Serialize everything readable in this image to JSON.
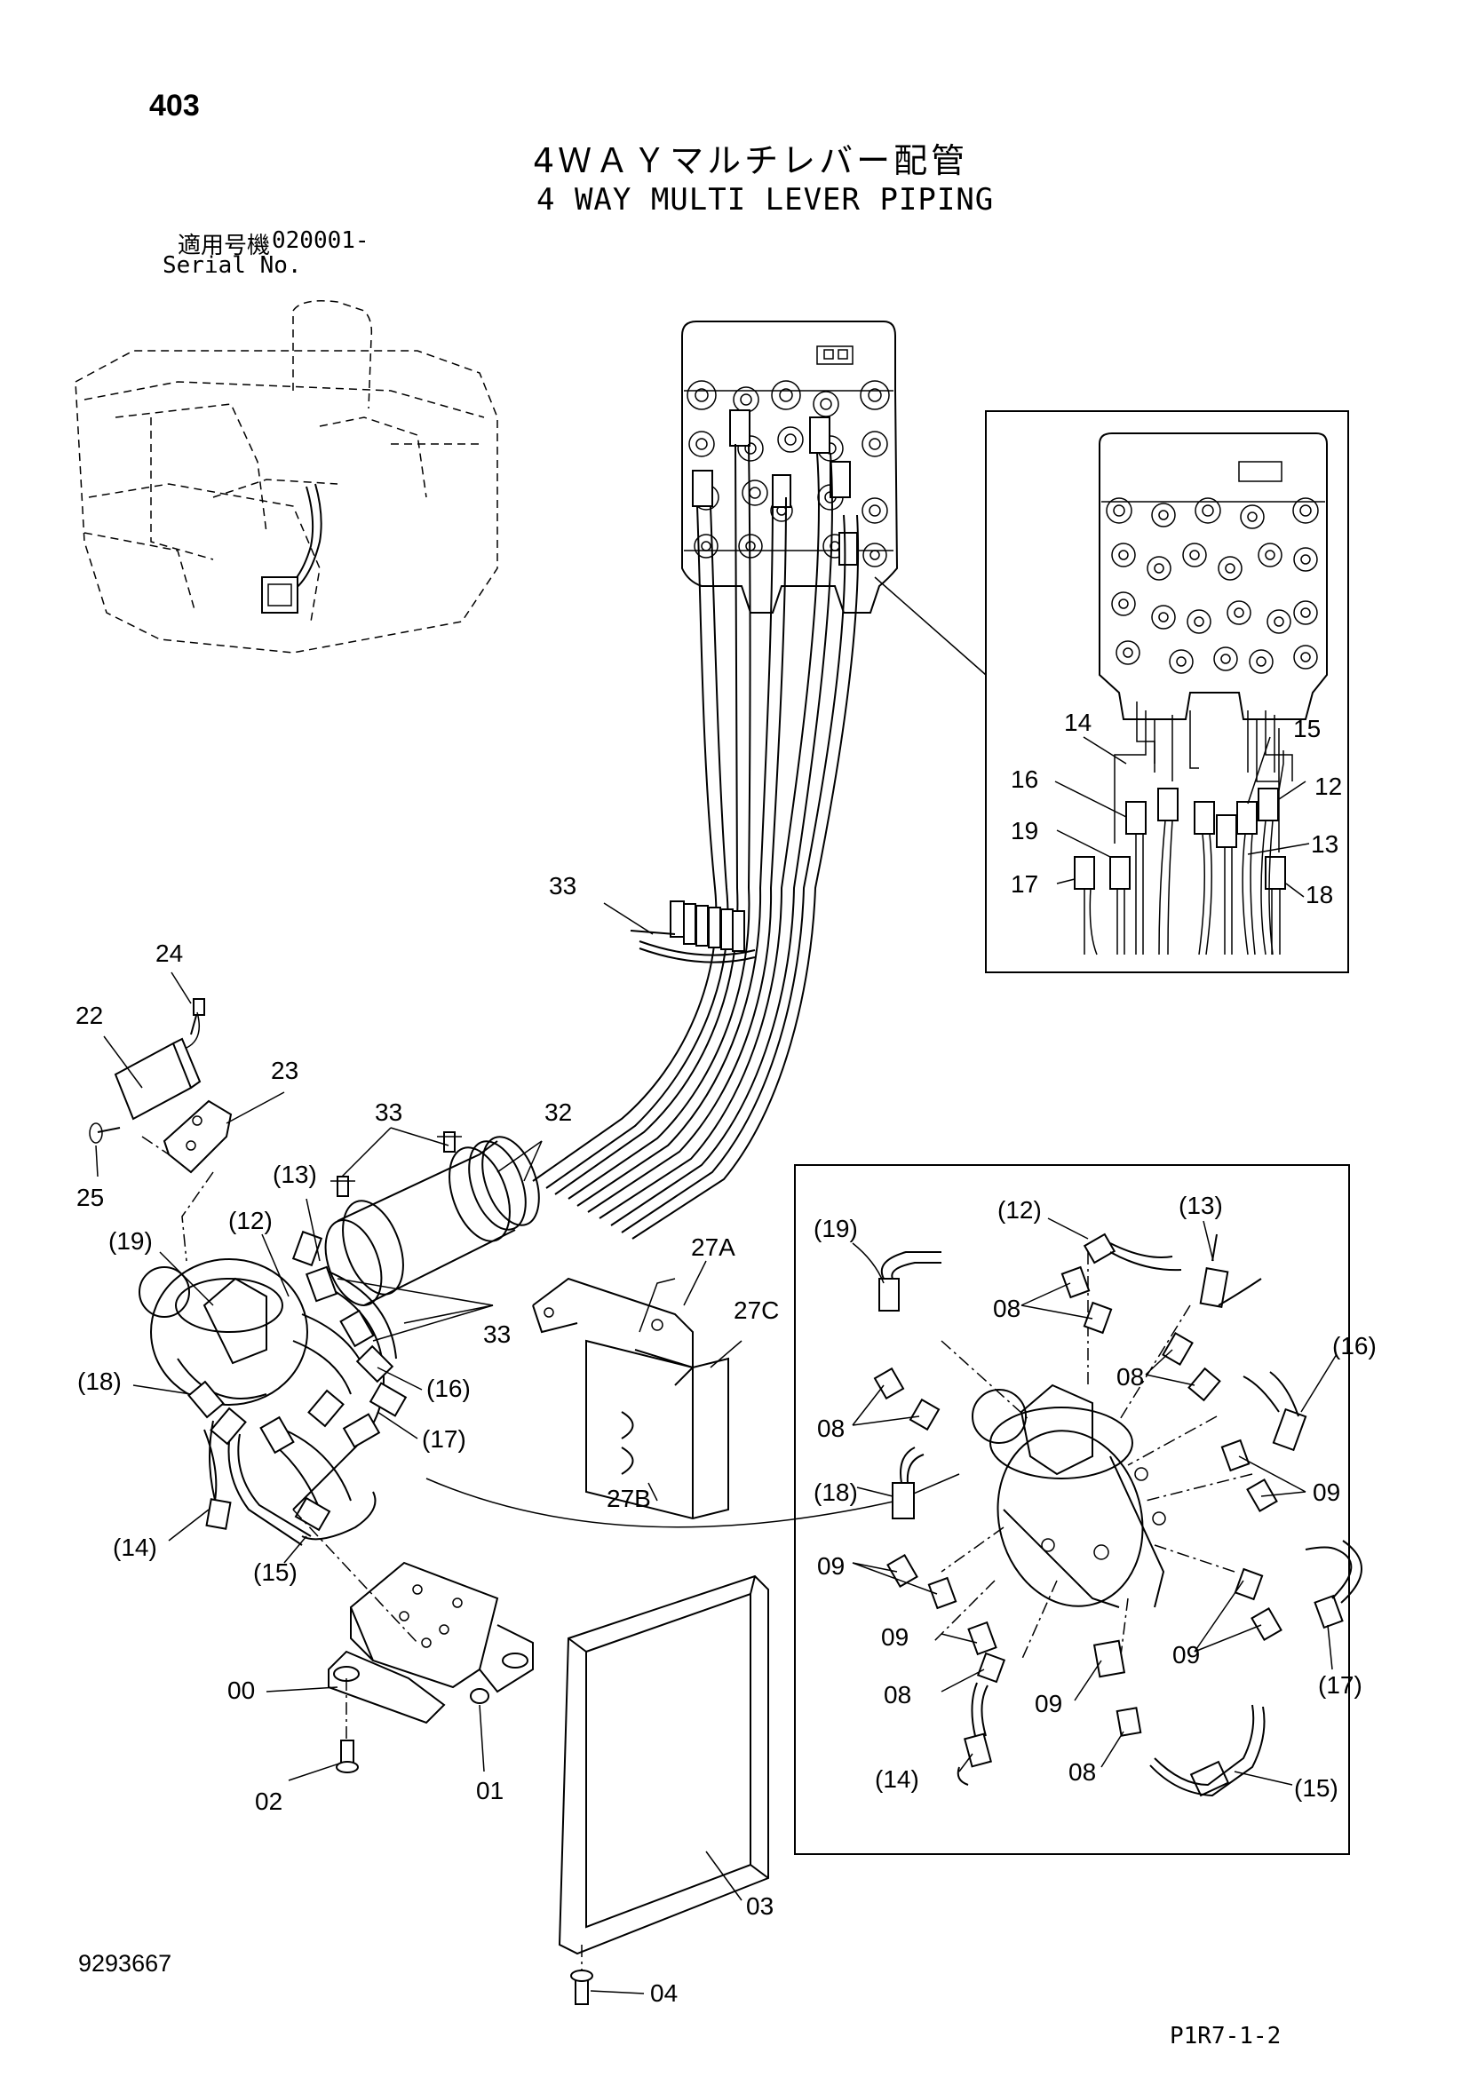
{
  "header": {
    "page_number": "403",
    "title_jp": "4ＷＡＹマルチレバー配管",
    "title_en": "4 WAY MULTI LEVER PIPING",
    "serial_label_jp": "適用号機",
    "serial_number": "020001-",
    "serial_label_en": "Serial No."
  },
  "footer": {
    "document_number": "9293667",
    "page_code": "P1R7-1-2"
  },
  "callouts": {
    "main": [
      "33",
      "24",
      "22",
      "23",
      "25",
      "33",
      "32",
      "(13)",
      "(19)",
      "(12)",
      "27A",
      "27C",
      "33",
      "(18)",
      "(16)",
      "(17)",
      "27B",
      "(14)",
      "(15)",
      "00",
      "02",
      "01",
      "03",
      "04"
    ],
    "inset_valve": [
      "14",
      "15",
      "16",
      "12",
      "19",
      "13",
      "17",
      "18"
    ],
    "inset_swivel": [
      "(19)",
      "(12)",
      "(13)",
      "08",
      "08",
      "(16)",
      "08",
      "(18)",
      "09",
      "09",
      "09",
      "09",
      "08",
      "09",
      "08",
      "(14)",
      "(15)",
      "(17)"
    ]
  }
}
